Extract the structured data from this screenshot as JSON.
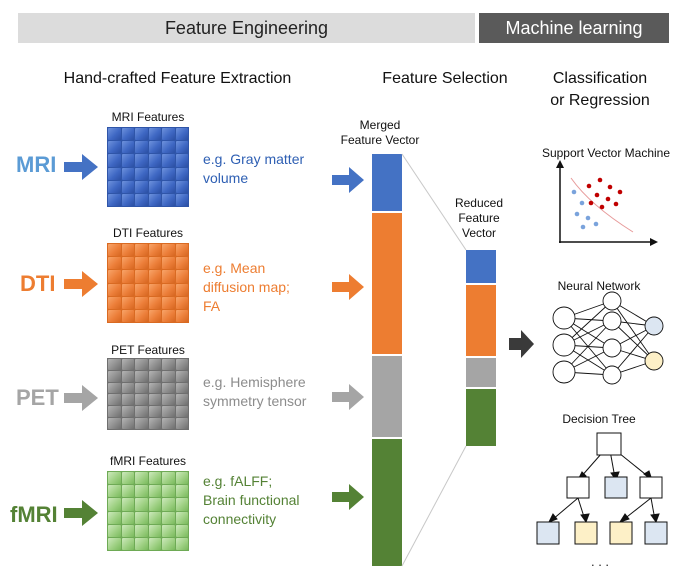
{
  "banners": {
    "feature_engineering": "Feature Engineering",
    "machine_learning": "Machine learning"
  },
  "headings": {
    "extraction": "Hand-crafted Feature Extraction",
    "selection": "Feature Selection",
    "classification_line1": "Classification",
    "classification_line2": "or Regression"
  },
  "modalities": [
    {
      "name": "MRI",
      "color": "#5b9bd5",
      "features_label": "MRI Features",
      "example_lines": [
        "e.g. Gray matter",
        "volume"
      ],
      "example_color": "#2e5fb3"
    },
    {
      "name": "DTI",
      "color": "#ed7d31",
      "features_label": "DTI Features",
      "example_lines": [
        "e.g. Mean",
        "diffusion map;",
        "FA"
      ],
      "example_color": "#ed7d31"
    },
    {
      "name": "PET",
      "color": "#a5a5a5",
      "features_label": "PET Features",
      "example_lines": [
        "e.g. Hemisphere",
        "symmetry tensor"
      ],
      "example_color": "#8c8c8c"
    },
    {
      "name": "fMRI",
      "color": "#548235",
      "features_label": "fMRI Features",
      "example_lines": [
        "e.g. fALFF;",
        "Brain functional",
        "connectivity"
      ],
      "example_color": "#548235"
    }
  ],
  "merged_vector": {
    "label_line1": "Merged",
    "label_line2": "Feature Vector"
  },
  "reduced_vector": {
    "label_line1": "Reduced",
    "label_line2": "Feature",
    "label_line3": "Vector"
  },
  "models": {
    "svm": "Support Vector Machine",
    "nn": "Neural Network",
    "tree": "Decision Tree",
    "ellipsis": ". . ."
  },
  "colors": {
    "mri": "#4472c4",
    "dti": "#ed7d31",
    "pet": "#a5a5a5",
    "fmri": "#548235",
    "banner_light": "#dcdcdc",
    "banner_dark": "#5a5a5a"
  }
}
